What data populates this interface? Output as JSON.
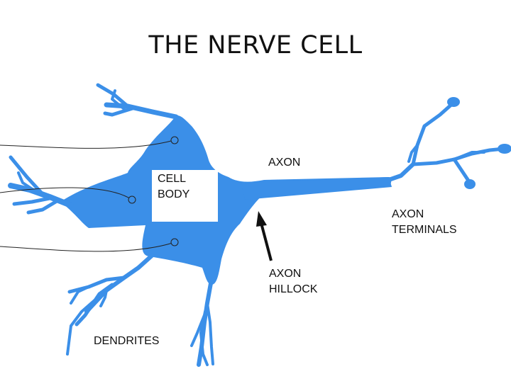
{
  "title": "THE NERVE CELL",
  "colors": {
    "cell": "#3b8fe8",
    "line": "#222222",
    "box": "#ffffff",
    "pointer": "#111111"
  },
  "labels": {
    "cell_body_1": "CELL",
    "cell_body_2": "BODY",
    "axon": "AXON",
    "axon_terminals_1": "AXON",
    "axon_terminals_2": "TERMINALS",
    "axon_hillock_1": "AXON",
    "axon_hillock_2": "HILLOCK",
    "dendrites": "DENDRITES"
  }
}
